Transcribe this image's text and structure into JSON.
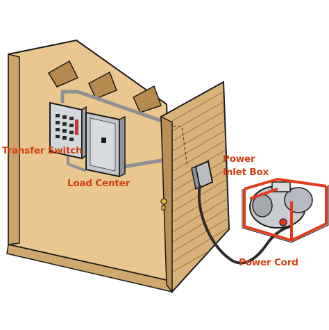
{
  "diagram": {
    "labels": {
      "transfer_switch": "Transfer Switch",
      "load_center": "Load Center",
      "power_inlet_box_line1": "Power",
      "power_inlet_box_line2": "Inlet Box",
      "power_cord": "Power Cord"
    },
    "colors": {
      "label_text": "#d2410f",
      "wall_tan": "#e6c48c",
      "siding": "#d9b27a",
      "generator_frame": "#e23b1b",
      "panel_gray": "#c9ccd1",
      "cable": "#3a3a3a"
    }
  }
}
